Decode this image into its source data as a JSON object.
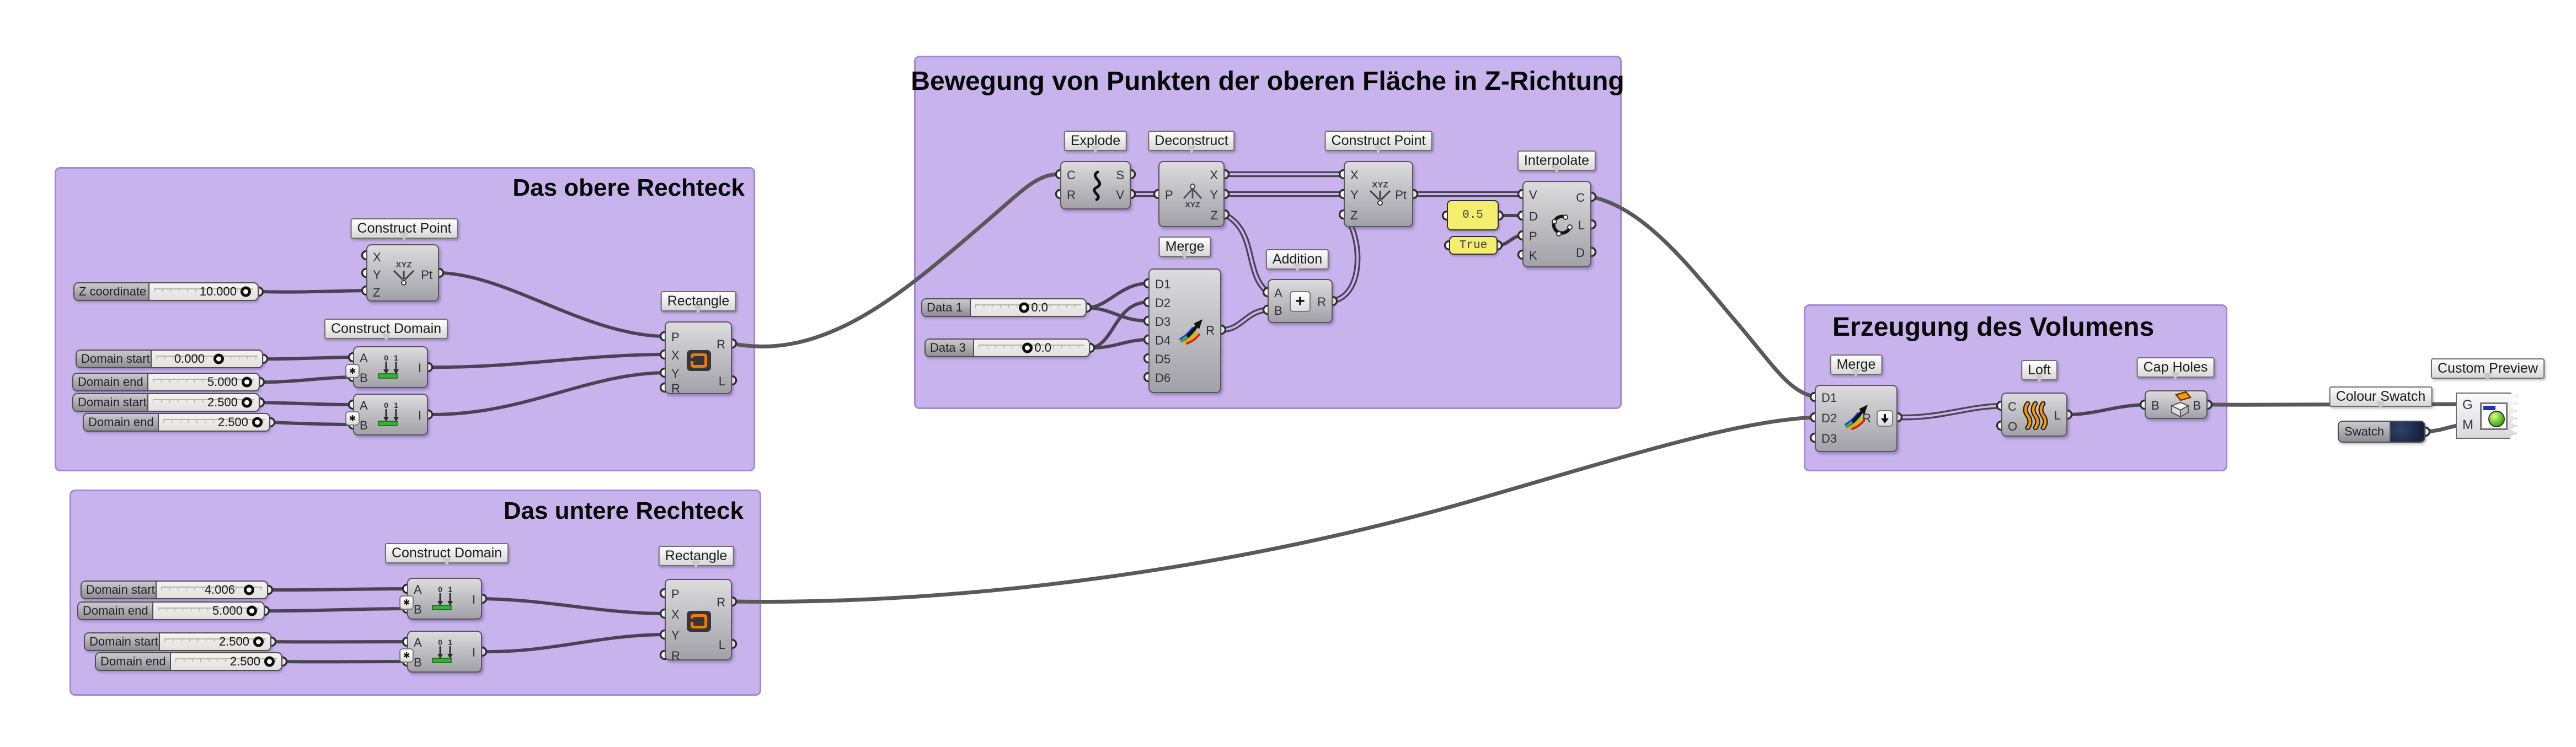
{
  "app": {
    "name": "Grasshopper canvas"
  },
  "colors": {
    "canvas_bg": "#ffffff",
    "group_fill": "#c8b3ec",
    "group_border": "#a08bd0",
    "wire_dark": "#4a4356",
    "wire_gray": "#595959",
    "panel_yellow": "#f3ee6e",
    "swatch_navy": "#16223f",
    "loft_orange": "#f59a00",
    "rectangle_icon_orange": "#ef7d00"
  },
  "groups": {
    "obere": {
      "title": "Das obere Rechteck"
    },
    "bewegung": {
      "title": "Bewegung von Punkten der oberen Fläche in Z-Richtung"
    },
    "volumen": {
      "title": "Erzeugung des Volumens"
    },
    "untere": {
      "title": "Das untere Rechteck"
    }
  },
  "sliders": {
    "z": {
      "label": "Z coordinate",
      "value": "10.000"
    },
    "s1": {
      "label": "Domain start",
      "value": "0.000"
    },
    "s2": {
      "label": "Domain end",
      "value": "5.000"
    },
    "s3": {
      "label": "Domain start",
      "value": "2.500"
    },
    "s4": {
      "label": "Domain end",
      "value": "2.500"
    },
    "d1": {
      "label": "Data 1",
      "value": "0.0"
    },
    "d3": {
      "label": "Data 3",
      "value": "0.0"
    },
    "s5": {
      "label": "Domain start",
      "value": "4.006"
    },
    "s6": {
      "label": "Domain end",
      "value": "5.000"
    },
    "s7": {
      "label": "Domain start",
      "value": "2.500"
    },
    "s8": {
      "label": "Domain end",
      "value": "2.500"
    }
  },
  "panels": {
    "half": "0.5",
    "bool": "True"
  },
  "components": {
    "cp1": {
      "tooltip": "Construct Point",
      "in": [
        "X",
        "Y",
        "Z"
      ],
      "out": [
        "Pt"
      ]
    },
    "cd1": {
      "tooltip": "Construct Domain",
      "in": [
        "A",
        "B"
      ],
      "out": [
        "I"
      ]
    },
    "cd2": {
      "in": [
        "A",
        "B"
      ],
      "out": [
        "I"
      ]
    },
    "rect1": {
      "tooltip": "Rectangle",
      "in": [
        "P",
        "X",
        "Y",
        "R"
      ],
      "out": [
        "R",
        "L"
      ]
    },
    "explode": {
      "tooltip": "Explode",
      "in": [
        "C",
        "R"
      ],
      "out": [
        "S",
        "V"
      ]
    },
    "decon": {
      "tooltip": "Deconstruct",
      "in": [
        "P"
      ],
      "out": [
        "X",
        "Y",
        "Z"
      ]
    },
    "cp2": {
      "tooltip": "Construct Point",
      "in": [
        "X",
        "Y",
        "Z"
      ],
      "out": [
        "Pt"
      ]
    },
    "interp": {
      "tooltip": "Interpolate",
      "in": [
        "V",
        "D",
        "P",
        "K"
      ],
      "out": [
        "C",
        "L",
        "D"
      ]
    },
    "merge6": {
      "tooltip": "Merge",
      "in": [
        "D1",
        "D2",
        "D3",
        "D4",
        "D5",
        "D6"
      ],
      "out": [
        "R"
      ]
    },
    "add": {
      "tooltip": "Addition",
      "in": [
        "A",
        "B"
      ],
      "out": [
        "R"
      ]
    },
    "merge3": {
      "tooltip": "Merge",
      "in": [
        "D1",
        "D2",
        "D3"
      ],
      "out": [
        "R"
      ]
    },
    "loft": {
      "tooltip": "Loft",
      "in": [
        "C",
        "O"
      ],
      "out": [
        "L"
      ]
    },
    "cap": {
      "tooltip": "Cap Holes",
      "in": [
        "B"
      ],
      "out": [
        "B"
      ]
    },
    "preview": {
      "tooltip": "Custom Preview",
      "in": [
        "G",
        "M"
      ],
      "out": []
    },
    "cd3": {
      "tooltip": "Construct Domain",
      "in": [
        "A",
        "B"
      ],
      "out": [
        "I"
      ]
    },
    "cd4": {
      "in": [
        "A",
        "B"
      ],
      "out": [
        "I"
      ]
    },
    "rect2": {
      "tooltip": "Rectangle",
      "in": [
        "P",
        "X",
        "Y",
        "R"
      ],
      "out": [
        "R",
        "L"
      ]
    }
  },
  "swatch": {
    "tooltip": "Colour Swatch",
    "label": "Swatch"
  }
}
